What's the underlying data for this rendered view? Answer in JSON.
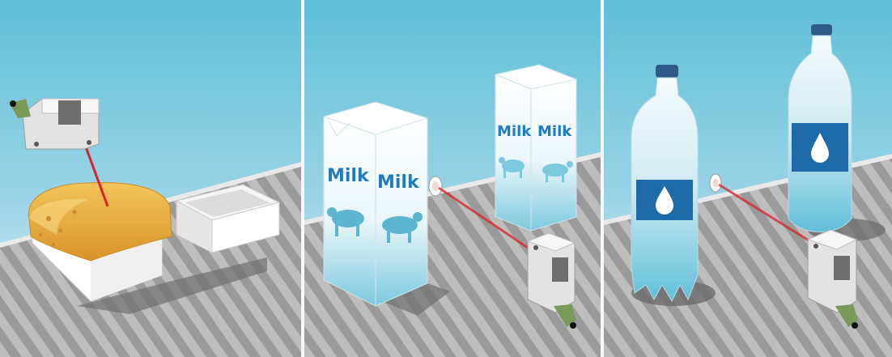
{
  "panels": [
    {
      "scene": "loaf-of-bread-on-conveyor"
    },
    {
      "scene": "milk-cartons-on-conveyor",
      "cartons": [
        {
          "left_label": "Milk",
          "right_label": "Milk"
        },
        {
          "left_label": "Milk",
          "right_label": "Milk"
        }
      ]
    },
    {
      "scene": "water-bottles-on-conveyor"
    }
  ],
  "colors": {
    "sky_top": "#5ec0d8",
    "sky_bottom": "#e4f3f8",
    "belt_light": "#bdbdbd",
    "belt_dark": "#8c8c8c",
    "laser": "#d8232a",
    "milk_blue": "#1f7cc0",
    "bottle_label": "#1f6aa8",
    "bread": "#e8a93a",
    "sensor_lens": "#7a9a5a"
  },
  "icons": [
    "photoelectric-sensor-icon",
    "cow-icon",
    "water-drop-icon",
    "reflector-icon"
  ]
}
